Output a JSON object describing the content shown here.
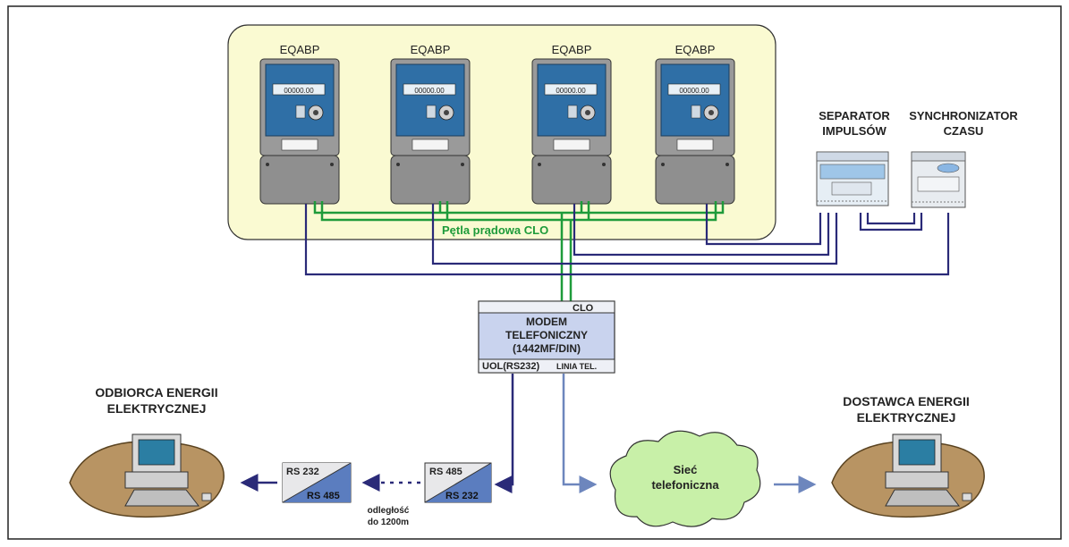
{
  "meters": {
    "label": "EQABP",
    "display": "00000.00"
  },
  "current_loop_label": "Pętla prądowa CLO",
  "separator": {
    "line1": "SEPARATOR",
    "line2": "IMPULSÓW"
  },
  "synchronizer": {
    "line1": "SYNCHRONIZATOR",
    "line2": "CZASU"
  },
  "modem": {
    "port_top": "CLO",
    "line1": "MODEM",
    "line2": "TELEFONICZNY",
    "line3": "(1442MF/DIN)",
    "port_left": "UOL(RS232)",
    "port_right": "LINIA TEL."
  },
  "consumer": {
    "line1": "ODBIORCA ENERGII",
    "line2": "ELEKTRYCZNEJ"
  },
  "supplier": {
    "line1": "DOSTAWCA ENERGII",
    "line2": "ELEKTRYCZNEJ"
  },
  "converter_left": {
    "top": "RS 232",
    "bottom": "RS 485"
  },
  "converter_right": {
    "top": "RS 485",
    "bottom": "RS 232"
  },
  "distance": {
    "line1": "odległość",
    "line2": "do 1200m"
  },
  "cloud": {
    "line1": "Sieć",
    "line2": "telefoniczna"
  },
  "colors": {
    "panel": "#fafad2",
    "meter_blue": "#2f6fa6",
    "meter_grey": "#8f8f8f",
    "green_wire": "#1e9b3a",
    "navy_wire": "#2a2a78",
    "light_blue_wire": "#6d86bd",
    "cloud": "#c8f0a8",
    "converter_blue": "#5b7dbf",
    "modem_fill": "#c9d3ee",
    "earth": "#b89463"
  }
}
